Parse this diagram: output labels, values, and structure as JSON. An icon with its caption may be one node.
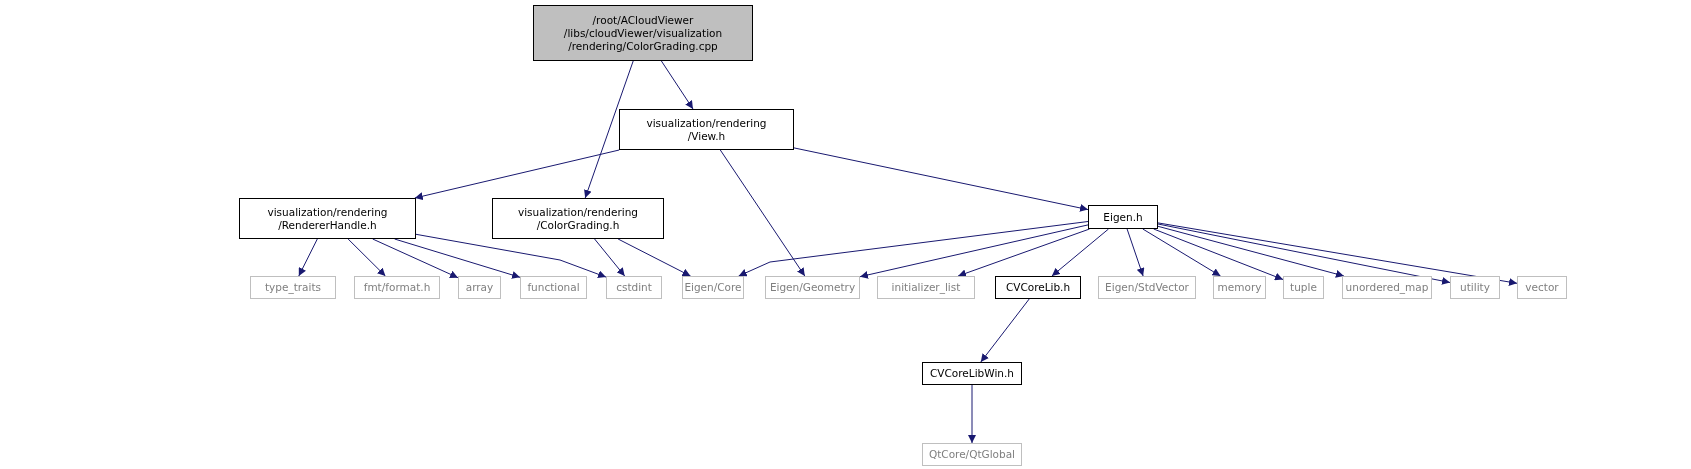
{
  "diagram": {
    "nodes": [
      {
        "text": [
          "/root/ACloudViewer /libs/cloudViewer/visualization /rendering/ColorGrading.cpp"
        ]
      },
      {
        "text": [
          "visualization/rendering /View.h"
        ]
      },
      {
        "text": [
          "visualization/rendering /RendererHandle.h"
        ]
      },
      {
        "text": [
          "visualization/rendering /ColorGrading.h"
        ]
      },
      {
        "text": [
          "Eigen.h"
        ]
      },
      {
        "text": [
          "type_traits"
        ]
      },
      {
        "text": [
          "fmt/format.h"
        ]
      },
      {
        "text": [
          "array"
        ]
      },
      {
        "text": [
          "functional"
        ]
      },
      {
        "text": [
          "cstdint"
        ]
      },
      {
        "text": [
          "Eigen/Core"
        ]
      },
      {
        "text": [
          "Eigen/Geometry"
        ]
      },
      {
        "text": [
          "initializer_list"
        ]
      },
      {
        "text": [
          "CVCoreLib.h"
        ]
      },
      {
        "text": [
          "Eigen/StdVector"
        ]
      },
      {
        "text": [
          "memory"
        ]
      },
      {
        "text": [
          "tuple"
        ]
      },
      {
        "text": [
          "unordered_map"
        ]
      },
      {
        "text": [
          "utility"
        ]
      },
      {
        "text": [
          "vector"
        ]
      },
      {
        "text": [
          "CVCoreLibWin.h"
        ]
      },
      {
        "text": [
          "QtCore/QtGlobal"
        ]
      }
    ],
    "edges": [
      {
        "from": 0,
        "to": 1,
        "arrow": "to"
      },
      {
        "from": 0,
        "to": 3,
        "arrow": "to"
      },
      {
        "from": 1,
        "to": 2,
        "arrow": "to"
      },
      {
        "from": 1,
        "to": 11,
        "arrow": "to"
      },
      {
        "from": 1,
        "to": 4,
        "arrow": "to"
      },
      {
        "from": 2,
        "to": 5,
        "arrow": "to"
      },
      {
        "from": 2,
        "to": 6,
        "arrow": "to"
      },
      {
        "from": 2,
        "to": 7,
        "arrow": "to"
      },
      {
        "from": 2,
        "to": 8,
        "arrow": "to"
      },
      {
        "from": 2,
        "to": 9,
        "arrow": "to"
      },
      {
        "from": 3,
        "to": 9,
        "arrow": "to"
      },
      {
        "from": 3,
        "to": 10,
        "arrow": "to"
      },
      {
        "from": 4,
        "to": 10,
        "arrow": "to"
      },
      {
        "from": 4,
        "to": 11,
        "arrow": "to"
      },
      {
        "from": 4,
        "to": 12,
        "arrow": "to"
      },
      {
        "from": 4,
        "to": 13,
        "arrow": "to"
      },
      {
        "from": 4,
        "to": 14,
        "arrow": "to"
      },
      {
        "from": 4,
        "to": 15,
        "arrow": "to"
      },
      {
        "from": 4,
        "to": 16,
        "arrow": "to"
      },
      {
        "from": 4,
        "to": 17,
        "arrow": "to"
      },
      {
        "from": 4,
        "to": 18,
        "arrow": "to"
      },
      {
        "from": 4,
        "to": 19,
        "arrow": "to"
      },
      {
        "from": 13,
        "to": 20,
        "arrow": "to"
      },
      {
        "from": 20,
        "to": 21,
        "arrow": "to"
      }
    ]
  }
}
